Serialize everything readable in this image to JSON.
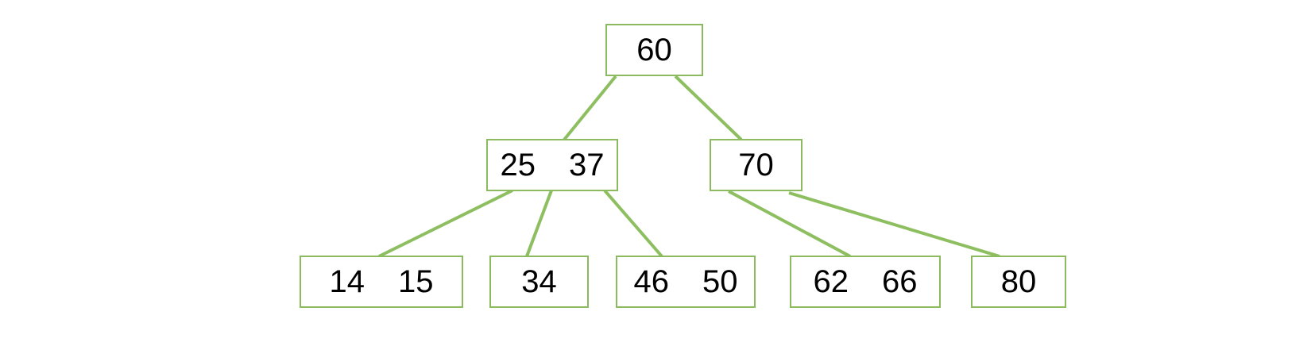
{
  "diagram": {
    "type": "b-tree",
    "background": "#ffffff",
    "colors": {
      "node_border": "#8cba5f",
      "edge_line": "#8dbe60",
      "key_text": "#000000"
    },
    "nodes": [
      {
        "id": "n60",
        "level": 0,
        "keys": [
          "60"
        ]
      },
      {
        "id": "n2537",
        "level": 1,
        "keys": [
          "25",
          "37"
        ]
      },
      {
        "id": "n70",
        "level": 1,
        "keys": [
          "70"
        ]
      },
      {
        "id": "n1415",
        "level": 2,
        "keys": [
          "14",
          "15"
        ]
      },
      {
        "id": "n34",
        "level": 2,
        "keys": [
          "34"
        ]
      },
      {
        "id": "n4650",
        "level": 2,
        "keys": [
          "46",
          "50"
        ]
      },
      {
        "id": "n6266",
        "level": 2,
        "keys": [
          "62",
          "66"
        ]
      },
      {
        "id": "n80",
        "level": 2,
        "keys": [
          "80"
        ]
      }
    ],
    "edges": [
      {
        "from": "n60",
        "to": "n2537"
      },
      {
        "from": "n60",
        "to": "n70"
      },
      {
        "from": "n2537",
        "to": "n1415"
      },
      {
        "from": "n2537",
        "to": "n34"
      },
      {
        "from": "n2537",
        "to": "n4650"
      },
      {
        "from": "n70",
        "to": "n6266"
      },
      {
        "from": "n70",
        "to": "n80"
      }
    ]
  }
}
